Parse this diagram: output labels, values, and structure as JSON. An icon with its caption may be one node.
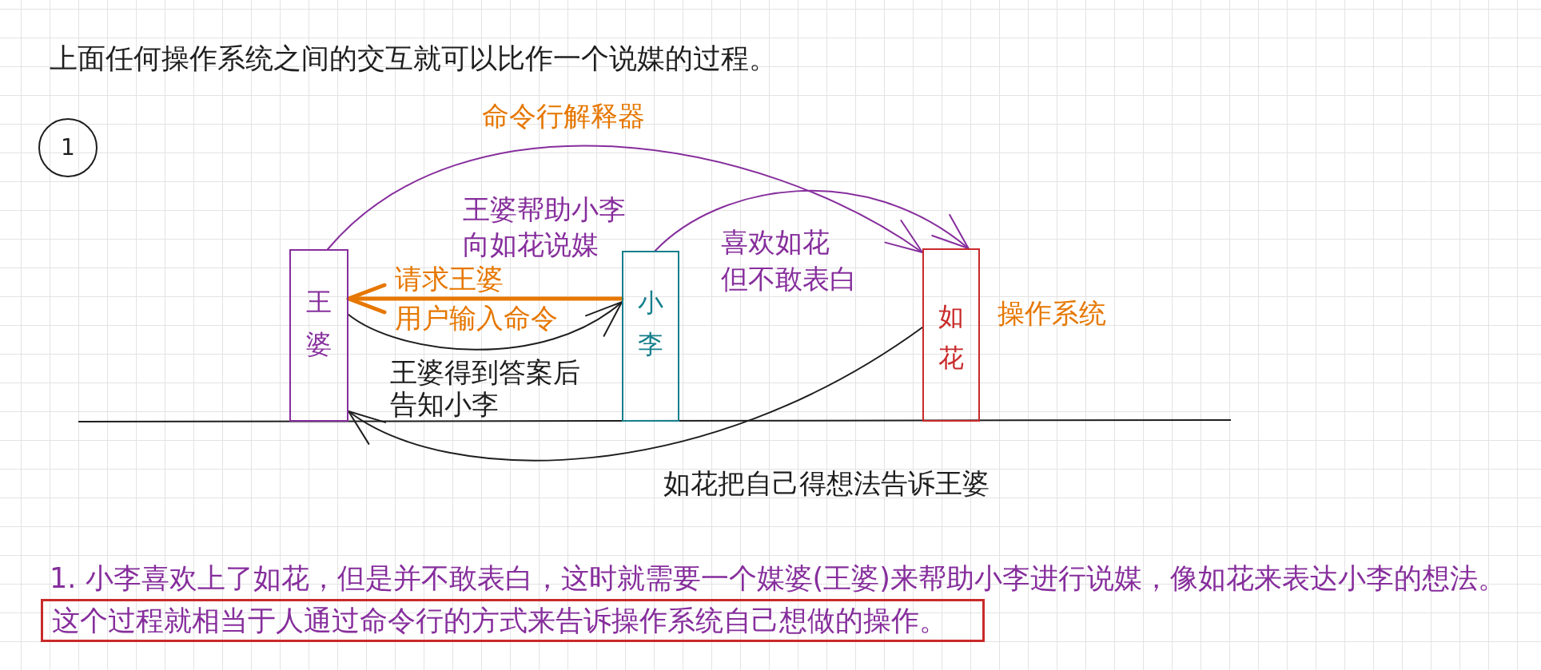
{
  "diagram": {
    "title": "上面任何操作系统之间的交互就可以比作一个说媒的过程。",
    "nodes": [
      {
        "text": [
          "1"
        ]
      },
      {
        "text": [
          "王婆"
        ]
      },
      {
        "text": [
          "小李"
        ]
      },
      {
        "text": [
          "如花"
        ],
        "beside": [
          "操作系统"
        ]
      },
      {
        "text": [
          "这个过程就相当于人通过命令行的方式来告诉操作系统自己想做的操作。"
        ]
      }
    ],
    "edges": [
      {
        "from": 1,
        "to": 3,
        "arrow": "to",
        "label": "王婆帮助小李向如花说媒",
        "color": "#862e9c"
      },
      {
        "from": 2,
        "to": 3,
        "arrow": "to",
        "label": "喜欢如花但不敢表白",
        "color": "#862e9c"
      },
      {
        "from": 2,
        "to": 1,
        "arrow": "to",
        "label": "请求王婆",
        "style": "thick",
        "color": "#e67700"
      },
      {
        "from": 1,
        "to": 2,
        "arrow": "to",
        "label": "王婆得到答案后告知小李",
        "color": "#1e1e1e"
      },
      {
        "from": 3,
        "to": 1,
        "arrow": "to",
        "label": "如花把自己得想法告诉王婆",
        "color": "#1e1e1e"
      }
    ],
    "labels": [
      "命令行解释器",
      "用户输入命令",
      "1. 小李喜欢上了如花，但是并不敢表白，这时就需要一个媒婆(王婆)来帮助小李进行说媒，像如花来表达小李的想法。"
    ]
  }
}
